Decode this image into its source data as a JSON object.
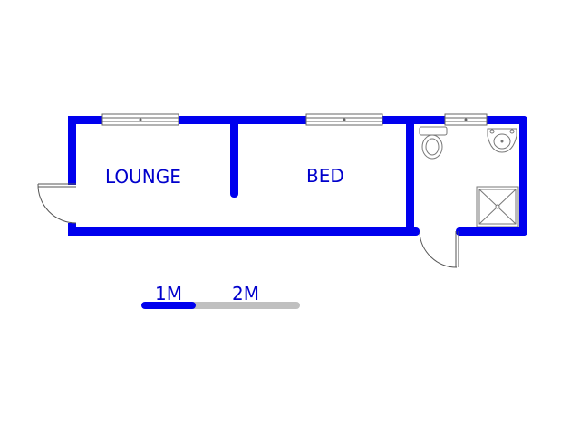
{
  "colors": {
    "wall": "#0000ee",
    "label": "#0000cc",
    "scale_primary": "#0000ee",
    "scale_secondary": "#c0c0c0",
    "fixture": "#777777"
  },
  "rooms": [
    {
      "label": "LOUNGE"
    },
    {
      "label": "BED"
    }
  ],
  "scale": {
    "first": "1M",
    "second": "2M"
  }
}
